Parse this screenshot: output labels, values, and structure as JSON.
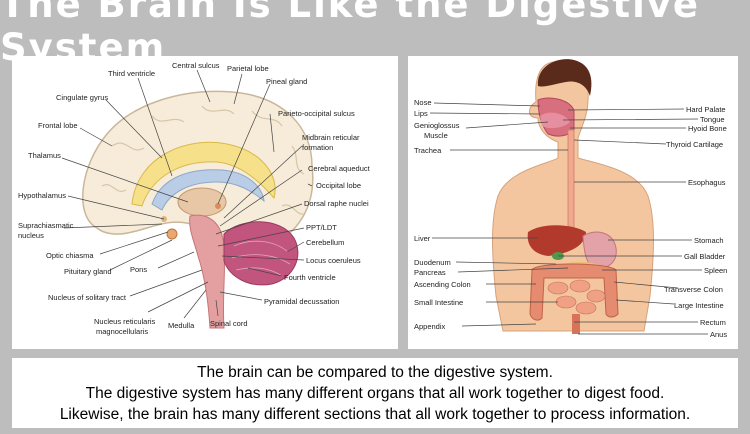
{
  "title": "The Brain Is Like the Digestive System",
  "brain_labels": {
    "third_ventricle": "Third ventricle",
    "central_sulcus": "Central sulcus",
    "parietal_lobe": "Parietal lobe",
    "pineal_gland": "Pineal gland",
    "cingulate_gyrus": "Cingulate gyrus",
    "parieto_occipital_sulcus": "Parieto-occipital sulcus",
    "frontal_lobe": "Frontal lobe",
    "midbrain_reticular_1": "Midbrain reticular",
    "midbrain_reticular_2": "formation",
    "thalamus": "Thalamus",
    "cerebral_aqueduct": "Cerebral aqueduct",
    "hypothalamus": "Hypothalamus",
    "occipital_lobe": "Occipital lobe",
    "dorsal_raphe_nuclei": "Dorsal raphe nuclei",
    "suprachiasmatic_1": "Suprachiasmatic",
    "suprachiasmatic_2": "nucleus",
    "ppt_ldt": "PPT/LDT",
    "cerebellum": "Cerebellum",
    "optic_chiasma": "Optic chiasma",
    "locus_coeruleus": "Locus coeruleus",
    "pituitary_gland": "Pituitary gland",
    "pons": "Pons",
    "fourth_ventricle": "Fourth ventricle",
    "nucleus_solitary_tract": "Nucleus of solitary tract",
    "pyramidal_decussation": "Pyramidal decussation",
    "nucleus_reticularis_1": "Nucleus reticularis",
    "nucleus_reticularis_2": "magnocellularis",
    "medulla": "Medulla",
    "spinal_cord": "Spinal cord"
  },
  "body_labels": {
    "nose": "Nose",
    "lips": "Lips",
    "genioglossus_1": "Genioglossus",
    "genioglossus_2": "Muscle",
    "trachea": "Trachea",
    "hard_palate": "Hard Palate",
    "tongue": "Tongue",
    "hyoid_bone": "Hyoid Bone",
    "thyroid_cartilage": "Thyroid Cartilage",
    "esophagus": "Esophagus",
    "liver": "Liver",
    "stomach": "Stomach",
    "duodenum": "Duodenum",
    "gall_bladder": "Gall Bladder",
    "pancreas": "Pancreas",
    "spleen": "Spleen",
    "ascending_colon": "Ascending Colon",
    "transverse_colon": "Transverse Colon",
    "small_intestine": "Small Intestine",
    "large_intestine": "Large Intestine",
    "rectum": "Rectum",
    "appendix": "Appendix",
    "anus": "Anus"
  },
  "caption": {
    "line1": "The brain can be compared to the digestive system.",
    "line2": "The digestive system has many different organs that all work together to digest food.",
    "line3": "Likewise, the brain has many different sections that all work together to process information."
  },
  "colors": {
    "background": "#bdbdbd",
    "brain_tissue": "#f6ecd9",
    "corpus_callosum": "#f7e08a",
    "ventricle": "#b9cde6",
    "brainstem": "#e49fa1",
    "cerebellum": "#c2557d",
    "skin": "#f3c6a0",
    "liver": "#b23a2c",
    "intestine": "#e58b6f"
  }
}
